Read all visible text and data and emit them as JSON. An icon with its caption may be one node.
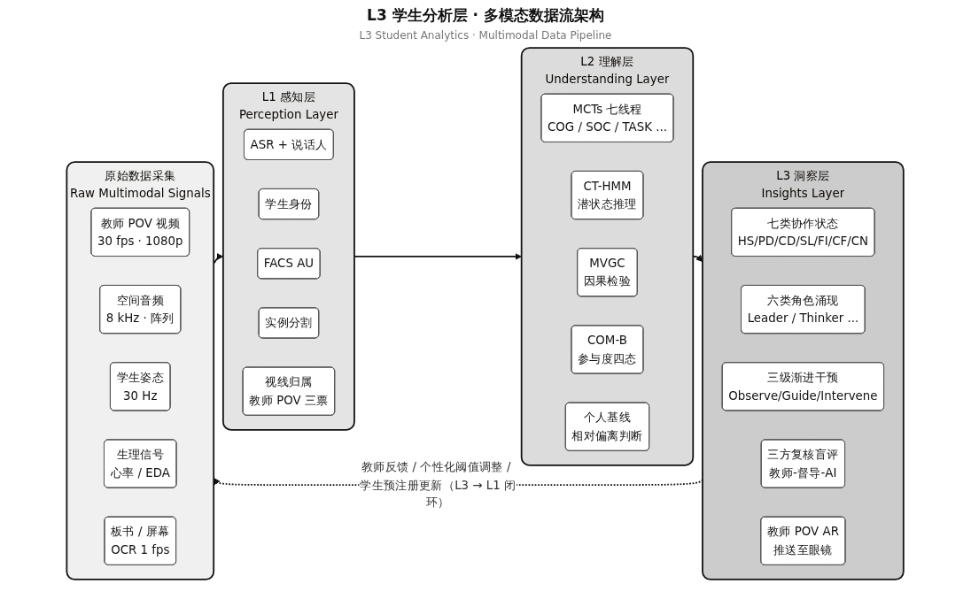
{
  "diagram": {
    "title": "L3 学生分析层 · 多模态数据流架构",
    "nodes": [
      {
        "text": [
          "原始数据采集",
          "Raw Multimodal Signals"
        ]
      },
      {
        "text": [
          "教师 POV 视频",
          "30 fps · 1080p"
        ],
        "in": 0
      },
      {
        "text": [
          "空间音频",
          "8 kHz · 阵列"
        ],
        "in": 0
      },
      {
        "text": [
          "学生姿态",
          "30 Hz"
        ],
        "in": 0
      },
      {
        "text": [
          "生理信号",
          "心率 / EDA"
        ],
        "in": 0
      },
      {
        "text": [
          "板书 / 屏幕",
          "OCR 1 fps"
        ],
        "in": 0
      },
      {
        "text": [
          "L1 感知层",
          "Perception Layer"
        ]
      },
      {
        "text": [
          "ASR + 说话人"
        ],
        "in": 6
      },
      {
        "text": [
          "学生身份"
        ],
        "in": 6
      },
      {
        "text": [
          "FACS AU"
        ],
        "in": 6
      },
      {
        "text": [
          "实例分割"
        ],
        "in": 6
      },
      {
        "text": [
          "视线归属",
          "教师 POV 三票"
        ],
        "in": 6
      },
      {
        "text": [
          "L2 理解层",
          "Understanding Layer"
        ]
      },
      {
        "text": [
          "MCTs 七线程",
          "COG / SOC / TASK ..."
        ],
        "in": 12
      },
      {
        "text": [
          "CT-HMM",
          "潜状态推理"
        ],
        "in": 12
      },
      {
        "text": [
          "MVGC",
          "因果检验"
        ],
        "in": 12
      },
      {
        "text": [
          "COM-B",
          "参与度四态"
        ],
        "in": 12
      },
      {
        "text": [
          "个人基线",
          "相对偏离判断"
        ],
        "in": 12
      },
      {
        "text": [
          "L3 洞察层",
          "Insights Layer"
        ]
      },
      {
        "text": [
          "七类协作状态",
          "HS/PD/CD/SL/FI/CF/CN"
        ],
        "in": 18
      },
      {
        "text": [
          "六类角色涌现",
          "Leader / Thinker ..."
        ],
        "in": 18
      },
      {
        "text": [
          "三级渐进干预",
          "Observe/Guide/Intervene"
        ],
        "in": 18
      },
      {
        "text": [
          "三方复核盲评",
          "教师-督导-AI"
        ],
        "in": 18
      },
      {
        "text": [
          "教师 POV AR",
          "推送至眼镜"
        ],
        "in": 18
      }
    ],
    "edges": [
      {
        "from": 0,
        "to": 6,
        "arrow": "to"
      },
      {
        "from": 6,
        "to": 12,
        "arrow": "to"
      },
      {
        "from": 12,
        "to": 18,
        "arrow": "to"
      },
      {
        "from": 18,
        "to": 0,
        "arrow": "to",
        "style": "dashed",
        "label": "教师反馈 / 个性化阈值调整 / 学生预注册更新（L3 → L1 闭环）"
      }
    ],
    "labels": [
      "L3 Student Analytics · Multimodal Data Pipeline"
    ]
  }
}
